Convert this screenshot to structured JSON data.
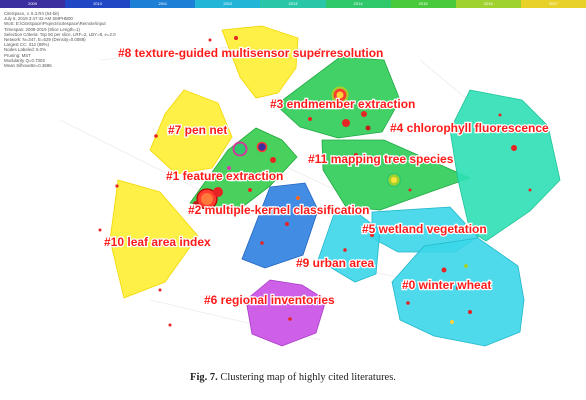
{
  "timeline": {
    "years": [
      "2009",
      "2010",
      "2011",
      "2012",
      "2013",
      "2014",
      "2015",
      "2016",
      "2017"
    ],
    "colors": [
      "#3b2fa0",
      "#2147c4",
      "#1d7fd6",
      "#22b5d8",
      "#29c7a8",
      "#2fc86a",
      "#49c93c",
      "#9fd12f",
      "#e8d22a"
    ]
  },
  "meta_lines": [
    "CiteSpace, v. 5.3.R4 (64-bit)",
    "July 6, 2019 3:47:42 AM SMPHB00",
    "WoS: E:\\CiteSpace\\Projects\\citespace\\Remote\\input",
    "Timespan: 2009-2019 (Slice Length=1)",
    "Selection Criteria: Top 50 per slice, LRF=2, LBY=8, e=2.0",
    "Network: N=347, E=529 (Density=0.0088)",
    "Largest CC: 312 (89%)",
    "Nodes Labeled: 5.0%",
    "Pruning: MST",
    "Modularity Q=0.7302",
    "Mean Silhouette=0.3686"
  ],
  "clusters": [
    {
      "id": "c8",
      "label": "#8 texture-guided multisensor superresolution",
      "color": "#ffee33"
    },
    {
      "id": "c3",
      "label": "#3 endmember extraction",
      "color": "#2ecc55"
    },
    {
      "id": "c4",
      "label": "#4 chlorophyll fluorescence",
      "color": "#2ee0b5"
    },
    {
      "id": "c7",
      "label": "#7 pen net",
      "color": "#ffee33"
    },
    {
      "id": "c11",
      "label": "#11 mapping tree species",
      "color": "#2ecc55"
    },
    {
      "id": "c1",
      "label": "#1 feature extraction",
      "color": "#34cc4a"
    },
    {
      "id": "c2",
      "label": "#2 multiple-kernel classification",
      "color": "#2f7fe0"
    },
    {
      "id": "c5",
      "label": "#5 wetland vegetation",
      "color": "#3bd6e8"
    },
    {
      "id": "c10",
      "label": "#10 leaf area index",
      "color": "#ffee33"
    },
    {
      "id": "c9",
      "label": "#9 urban area",
      "color": "#3bd6e8"
    },
    {
      "id": "c0",
      "label": "#0 winter wheat",
      "color": "#3bd6e8"
    },
    {
      "id": "c6",
      "label": "#6 regional inventories",
      "color": "#c94fe6"
    }
  ],
  "caption": {
    "prefix": "Fig. 7.",
    "text": "Clustering map of highly cited literatures."
  }
}
